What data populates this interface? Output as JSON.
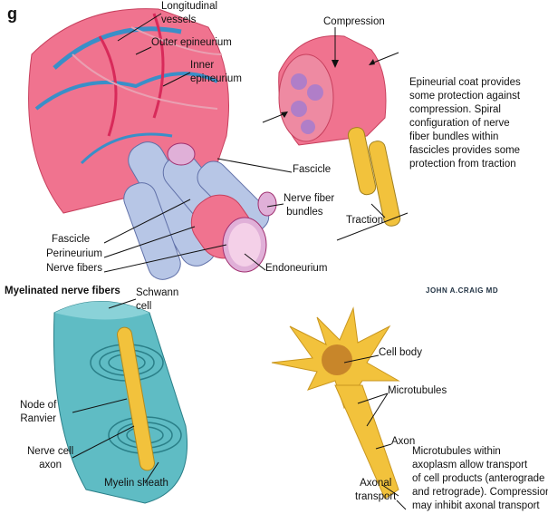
{
  "panel_letter": "g",
  "section_title": "Myelinated nerve fibers",
  "signature": "JOHN A.CRAIG MD",
  "labels": {
    "longitudinal_vessels": [
      "Longitudinal",
      "vessels"
    ],
    "outer_epineurium": "Outer epineurium",
    "inner_epineurium": [
      "Inner",
      "epineurium"
    ],
    "compression": "Compression",
    "fascicle_right": "Fascicle",
    "nerve_fiber_bundles": [
      "Nerve fiber",
      "bundles"
    ],
    "traction": "Traction",
    "fascicle_left": "Fascicle",
    "perineurium": "Perineurium",
    "nerve_fibers": "Nerve fibers",
    "endoneurium": "Endoneurium",
    "schwann_cell": [
      "Schwann",
      "cell"
    ],
    "node_of_ranvier": [
      "Node of",
      "Ranvier"
    ],
    "nerve_cell_axon": [
      "Nerve cell",
      "axon"
    ],
    "myelin_sheath": "Myelin sheath",
    "cell_body": "Cell body",
    "microtubules": "Microtubules",
    "axon": "Axon",
    "axonal_transport": [
      "Axonal",
      "transport"
    ]
  },
  "notes": {
    "epineurial": [
      "Epineurial coat provides",
      "some protection against",
      "compression. Spiral",
      "configuration of nerve",
      "fiber bundles within",
      "fascicles provides some",
      "protection from traction"
    ],
    "microtubules": [
      "Microtubules within",
      "axoplasm allow transport",
      "of cell products (anterograde",
      "and retrograde). Compression",
      "may inhibit axonal transport"
    ]
  },
  "colors": {
    "epineurium": "#f0738f",
    "vessel": "#3a8fc8",
    "fascicle": "#b7c6e6",
    "myelin": "#5fbcc4",
    "neuron": "#f2c23c"
  }
}
